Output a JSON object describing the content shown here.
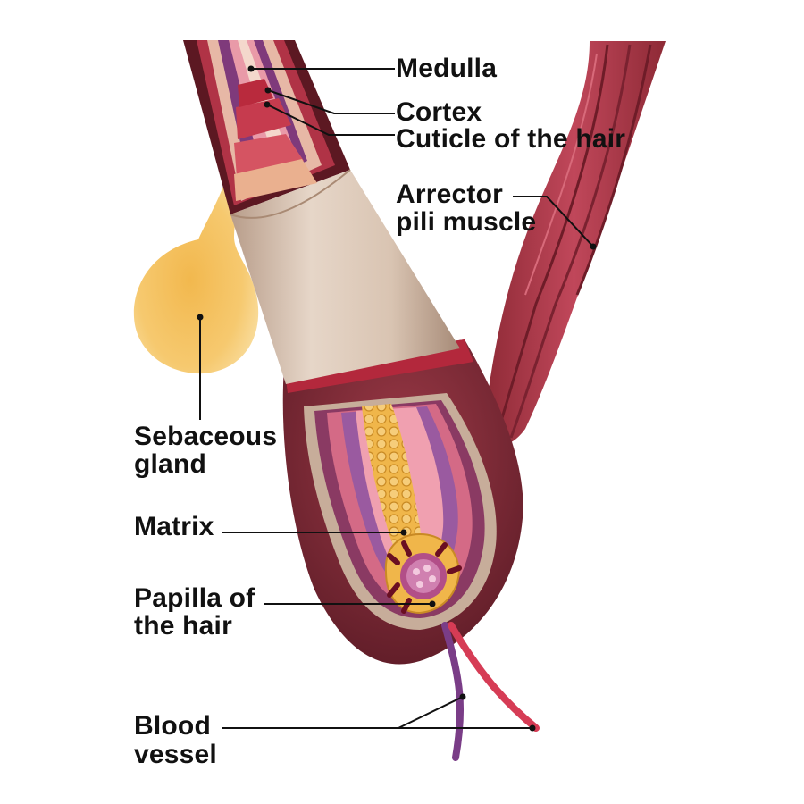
{
  "labels": {
    "medulla": "Medulla",
    "cortex": "Cortex",
    "cuticle": "Cuticle of the hair",
    "arrector_line1": "Arrector",
    "arrector_line2": "pili muscle",
    "sebaceous_line1": "Sebaceous",
    "sebaceous_line2": "gland",
    "matrix": "Matrix",
    "papilla_line1": "Papilla of",
    "papilla_line2": "the hair",
    "blood_line1": "Blood",
    "blood_line2": "vessel"
  },
  "colors": {
    "background": "#ffffff",
    "label_text": "#111111",
    "leader_line": "#111111",
    "follicle_outer": "#8a2f3a",
    "follicle_dark": "#5c1822",
    "hair_shaft_beige": "#d8c3b0",
    "muscle": "#b33a48",
    "sebaceous_gland": "#f6c56a",
    "matrix_yellow": "#e9ae3a",
    "vessel_red": "#d63c55",
    "vessel_purple": "#7a3d87"
  }
}
